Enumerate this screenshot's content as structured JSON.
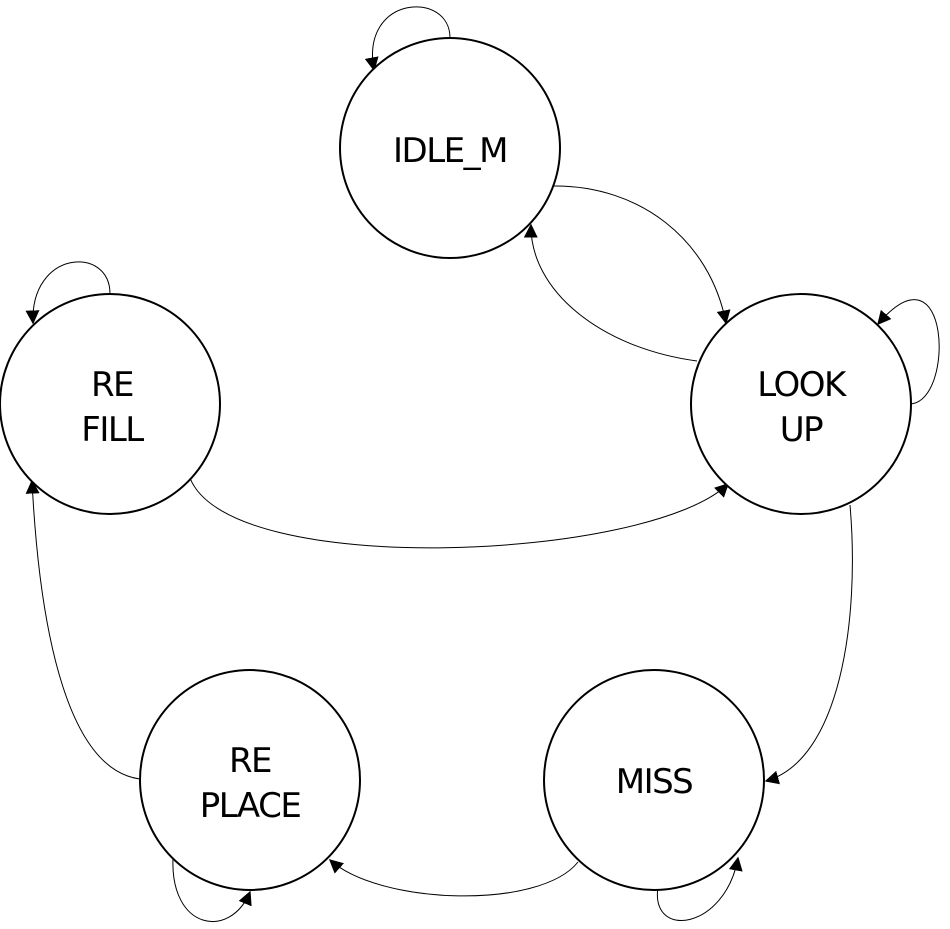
{
  "states": {
    "idle_m": {
      "lines": [
        "IDLE_M"
      ]
    },
    "lookup": {
      "lines": [
        "LOOK",
        "UP"
      ]
    },
    "refill": {
      "lines": [
        "RE",
        "FILL"
      ]
    },
    "miss": {
      "lines": [
        "MISS"
      ]
    },
    "replace": {
      "lines": [
        "RE",
        "PLACE"
      ]
    }
  },
  "transitions": [
    {
      "from": "IDLE_M",
      "to": "IDLE_M"
    },
    {
      "from": "IDLE_M",
      "to": "LOOK UP"
    },
    {
      "from": "LOOK UP",
      "to": "IDLE_M"
    },
    {
      "from": "LOOK UP",
      "to": "LOOK UP"
    },
    {
      "from": "LOOK UP",
      "to": "MISS"
    },
    {
      "from": "RE FILL",
      "to": "RE FILL"
    },
    {
      "from": "RE FILL",
      "to": "LOOK UP"
    },
    {
      "from": "RE PLACE",
      "to": "RE FILL"
    },
    {
      "from": "RE PLACE",
      "to": "RE PLACE"
    },
    {
      "from": "MISS",
      "to": "RE PLACE"
    },
    {
      "from": "MISS",
      "to": "MISS"
    }
  ],
  "colors": {
    "stroke": "#000000",
    "background": "#ffffff"
  }
}
